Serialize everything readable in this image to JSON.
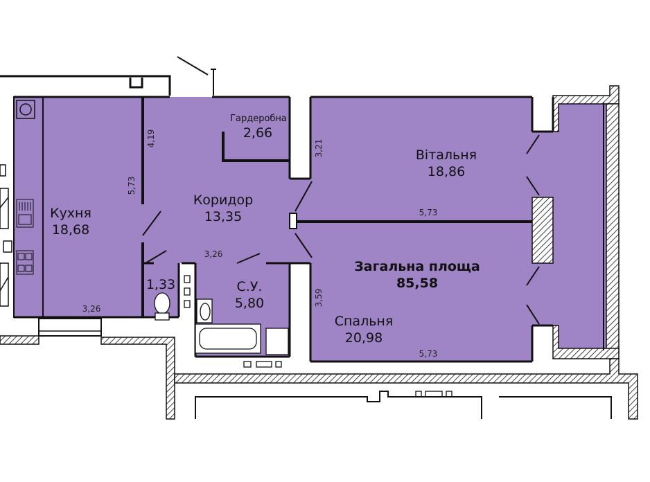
{
  "colors": {
    "room_fill": "#9f84c6",
    "wall": "#111111",
    "hatch": "#111111",
    "background": "#ffffff"
  },
  "rooms": {
    "kitchen": {
      "name": "Кухня",
      "area": "18,68"
    },
    "corridor": {
      "name": "Коридор",
      "area": "13,35"
    },
    "wardrobe": {
      "name": "Гардеробна",
      "area": "2,66"
    },
    "living": {
      "name": "Вітальня",
      "area": "18,86"
    },
    "bathroom": {
      "name": "С.У.",
      "area": "5,80"
    },
    "wc": {
      "area": "1,33"
    },
    "bedroom": {
      "name": "Спальня",
      "area": "20,98"
    }
  },
  "total": {
    "label": "Загальна площа",
    "area": "85,58"
  },
  "dimensions": {
    "kitchen_bottom": "3,26",
    "corridor_vertical_top": "4,19",
    "corridor_vertical_bottom": "5,73",
    "corridor_bottom": "3,26",
    "living_left": "3,21",
    "living_bottom": "5,73",
    "bedroom_left": "3,59",
    "bedroom_bottom": "5,73"
  },
  "icons": [
    "stove-icon",
    "sink-icon",
    "toilet-icon",
    "bathtub-icon",
    "washbasin-icon",
    "radiator-icon",
    "window-icon",
    "door-swing-icon"
  ]
}
